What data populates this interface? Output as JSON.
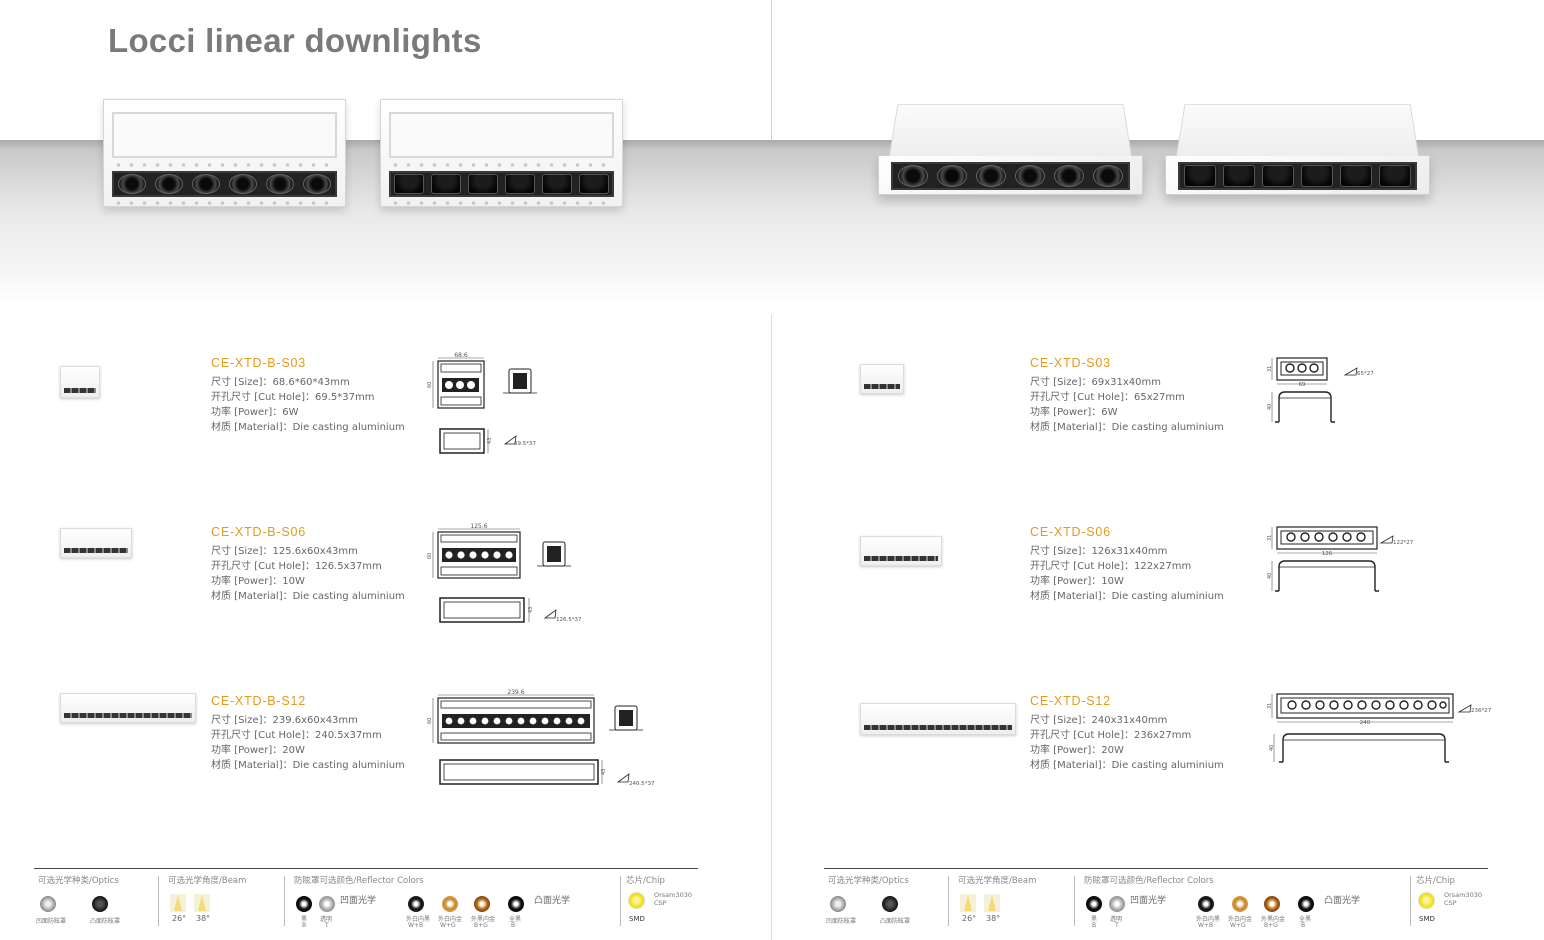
{
  "page_title": "Locci linear downlights",
  "products_left": [
    {
      "code": "CE-XTD-B-S03",
      "size": "尺寸  [Size]：68.6*60*43mm",
      "cut": "开孔尺寸  [Cut Hole]：69.5*37mm",
      "power": "功率  [Power]：6W",
      "material": "材质  [Material]：Die casting aluminium",
      "dim_w": "68.6",
      "dim_h": "60",
      "dim_side": "43",
      "cut_label": "69.5*37"
    },
    {
      "code": "CE-XTD-B-S06",
      "size": "尺寸  [Size]：125.6x60x43mm",
      "cut": "开孔尺寸  [Cut Hole]：126.5x37mm",
      "power": "功率  [Power]：10W",
      "material": "材质  [Material]：Die casting aluminium",
      "dim_w": "125.6",
      "dim_h": "60",
      "dim_side": "43",
      "cut_label": "126.5*37"
    },
    {
      "code": "CE-XTD-B-S12",
      "size": "尺寸  [Size]：239.6x60x43mm",
      "cut": "开孔尺寸  [Cut Hole]：240.5x37mm",
      "power": "功率  [Power]：20W",
      "material": "材质  [Material]：Die casting aluminium",
      "dim_w": "239.6",
      "dim_h": "60",
      "dim_side": "43",
      "cut_label": "240.5*37"
    }
  ],
  "products_right": [
    {
      "code": "CE-XTD-S03",
      "size": "尺寸  [Size]：69x31x40mm",
      "cut": "开孔尺寸  [Cut Hole]：65x27mm",
      "power": "功率  [Power]：6W",
      "material": "材质  [Material]：Die casting aluminium",
      "dim_w": "69",
      "dim_h": "31",
      "dim_side": "40",
      "cut_label": "65*27"
    },
    {
      "code": "CE-XTD-S06",
      "size": "尺寸  [Size]：126x31x40mm",
      "cut": "开孔尺寸  [Cut Hole]：122x27mm",
      "power": "功率  [Power]：10W",
      "material": "材质  [Material]：Die casting aluminium",
      "dim_w": "126",
      "dim_h": "31",
      "dim_side": "40",
      "cut_label": "122*27"
    },
    {
      "code": "CE-XTD-S12",
      "size": "尺寸  [Size]：240x31x40mm",
      "cut": "开孔尺寸  [Cut Hole]：236x27mm",
      "power": "功率  [Power]：20W",
      "material": "材质  [Material]：Die casting aluminium",
      "dim_w": "240",
      "dim_h": "31",
      "dim_side": "40",
      "cut_label": "236*27"
    }
  ],
  "footer": {
    "optics_title": "可选光学种类/Optics",
    "optics_items": [
      "凹面防眩罩",
      "凸面防眩罩"
    ],
    "beam_title": "可选光学角度/Beam",
    "beam_items": [
      "26°",
      "38°"
    ],
    "reflector_title": "防眩罩可选颜色/Reflector Colors",
    "reflector_concave": "凹面光学",
    "reflector_convex": "凸面光学",
    "reflector_left": [
      {
        "cn": "黑",
        "code": "B"
      },
      {
        "cn": "透明",
        "code": "T"
      }
    ],
    "reflector_right": [
      {
        "cn": "外白内黑",
        "code": "W+B"
      },
      {
        "cn": "外白内金",
        "code": "W+G"
      },
      {
        "cn": "外黑内金",
        "code": "B+G"
      },
      {
        "cn": "全黑",
        "code": "B"
      }
    ],
    "chip_title": "芯片/Chip",
    "chip_name": "Orsam3030",
    "chip_type": "CSP",
    "chip_smd": "SMD"
  },
  "colors": {
    "accent": "#e39a1e",
    "text": "#666666",
    "title": "#7a7a7a"
  }
}
